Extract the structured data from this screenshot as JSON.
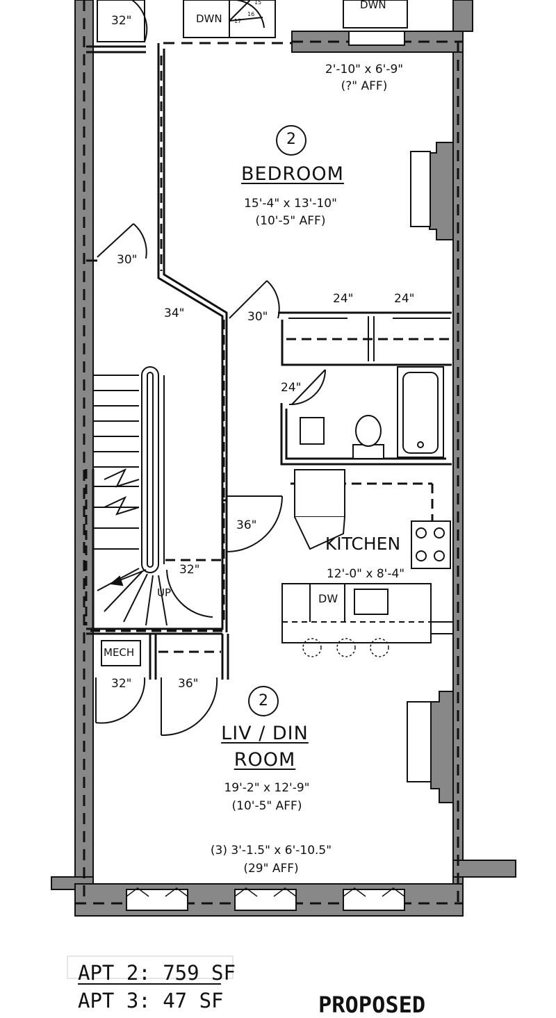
{
  "bedroom": {
    "number": "2",
    "name": "BEDROOM",
    "dims": "15'-4\" x 13'-10\"",
    "ceiling": "(10'-5\" AFF)",
    "window_dims": "2'-10\" x 6'-9\"",
    "window_sill": "(?\" AFF)"
  },
  "kitchen": {
    "name": "KITCHEN",
    "dims": "12'-0\" x 8'-4\"",
    "dishwasher": "DW"
  },
  "living": {
    "number": "2",
    "name_line1": "LIV / DIN",
    "name_line2": "ROOM",
    "dims": "19'-2\" x 12'-9\"",
    "ceiling": "(10'-5\" AFF)",
    "window_dims": "(3) 3'-1.5\" x 6'-10.5\"",
    "window_sill": "(29\" AFF)"
  },
  "door_sizes": {
    "top_left": "32\"",
    "hall_30": "30\"",
    "hall_34": "34\"",
    "bed_30": "30\"",
    "closet_a": "24\"",
    "closet_b": "24\"",
    "bath": "24\"",
    "entry_36": "36\"",
    "stair_32": "32\"",
    "mech_32": "32\"",
    "closet_36": "36\""
  },
  "stair_labels": {
    "up": "UP",
    "down_left": "DWN",
    "down_right": "DWN"
  },
  "mech_label": "MECH",
  "tread_numbers": [
    "15",
    "16",
    "17"
  ],
  "areas": {
    "apt2": "APT 2: 759 SF",
    "apt3": "APT 3: 47 SF",
    "proposed": "PROPOSED"
  }
}
